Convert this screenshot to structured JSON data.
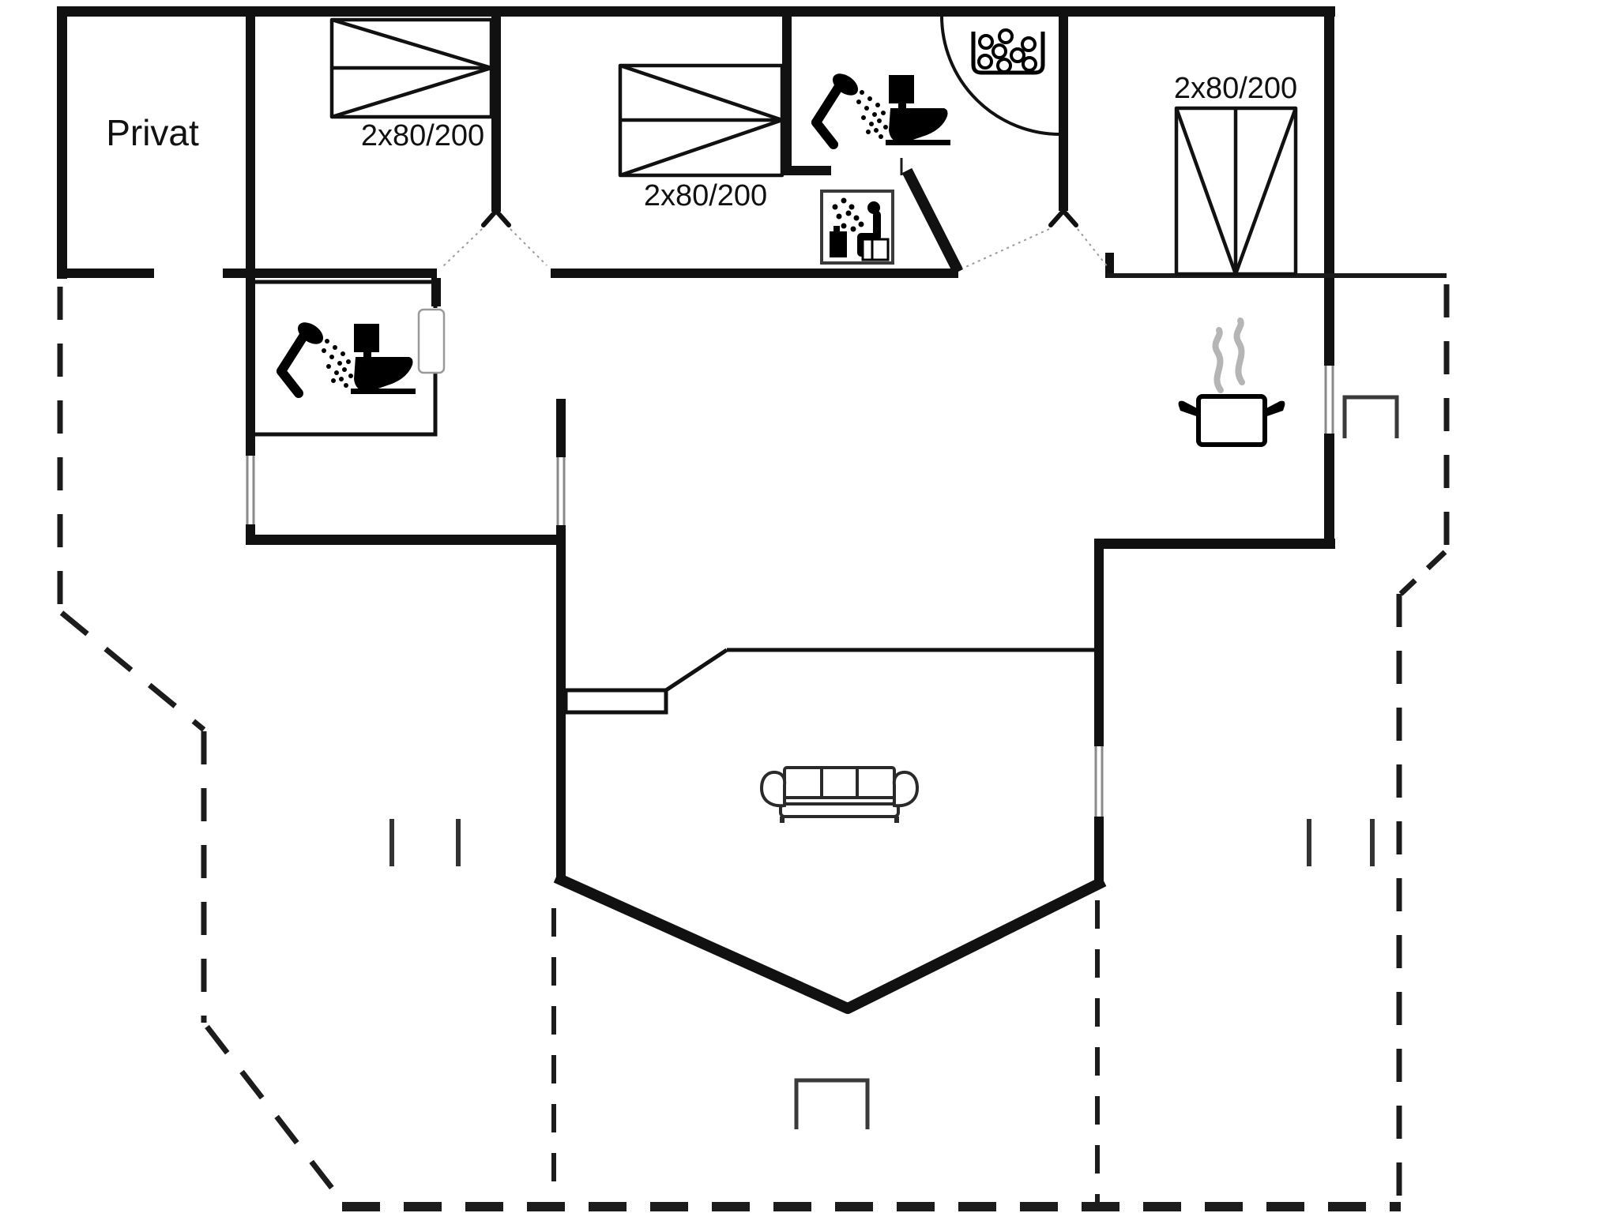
{
  "plan": {
    "title_label": "Privat",
    "beds": {
      "bed1_label": "2x80/200",
      "bed2_label": "2x80/200",
      "bed3_label": "2x80/200"
    },
    "icons": [
      "shower-icon",
      "toilet-icon",
      "sauna-icon",
      "whirlpool-icon",
      "cooking-pot-icon",
      "steam-icon",
      "sofa-icon",
      "stairs-icon",
      "door-swing-arc-icon",
      "door-opening-caret-icon"
    ],
    "colors": {
      "wall": "#111111",
      "background": "#ffffff",
      "thin_line": "#1a1a1a",
      "opening_guide": "#9a9a9a",
      "window_line": "#8a8a8a",
      "steam_gray": "#b5b5b5",
      "furniture_gray": "#2a2a2a",
      "terrace_dash": "#1c1c1c"
    }
  }
}
